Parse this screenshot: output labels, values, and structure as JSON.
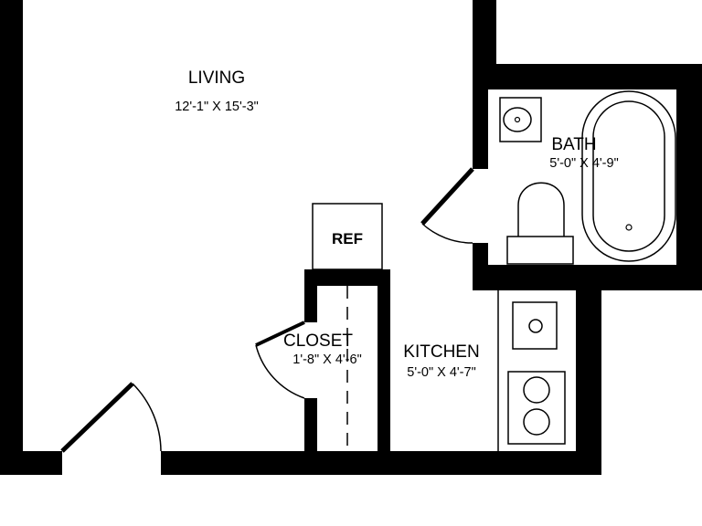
{
  "rooms": {
    "living": {
      "name": "LIVING",
      "dims": "12'-1\" X 15'-3\""
    },
    "bath": {
      "name": "BATH",
      "dims": "5'-0\" X 4'-9\""
    },
    "closet": {
      "name": "CLOSET",
      "dims": "1'-8\" X 4'-6\""
    },
    "kitchen": {
      "name": "KITCHEN",
      "dims": "5'-0\" X 4'-7\""
    }
  },
  "fixtures": {
    "refrigerator": {
      "label": "REF"
    }
  },
  "colors": {
    "wall": "#000000",
    "background": "#ffffff"
  }
}
